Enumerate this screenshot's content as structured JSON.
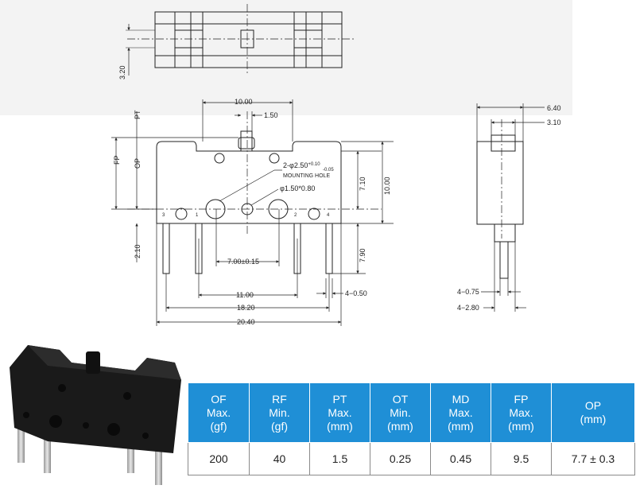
{
  "top_view": {
    "dim_height": "3.20"
  },
  "front_view": {
    "labels": {
      "pt": "PT",
      "fp": "FP",
      "op": "OP",
      "dim_10_top": "10.00",
      "dim_1_50": "1.50",
      "mounting_hole_callout": "2-φ2.50",
      "mounting_hole_tol_upper": "+0.10",
      "mounting_hole_tol_lower": "-0.05",
      "mounting_hole_text": "MOUNTING HOLE",
      "small_hole": "φ1.50*0.80",
      "dim_7_10": "7.10",
      "dim_10_right": "10.00",
      "dim_2_10": "2.10",
      "dim_7_00": "7.00±0.15",
      "dim_7_90": "7.90",
      "dim_11_00": "11.00",
      "dim_4_0_50": "4−0.50",
      "dim_18_20": "18.20",
      "dim_20_40": "20.40",
      "pin_1": "1",
      "pin_2": "2",
      "pin_3": "3",
      "pin_4": "4"
    }
  },
  "side_view": {
    "labels": {
      "dim_6_40": "6.40",
      "dim_3_10": "3.10",
      "dim_4_0_75": "4−0.75",
      "dim_4_2_80": "4−2.80"
    }
  },
  "spec_table": {
    "headers": [
      [
        "OF",
        "Max.",
        "(gf)"
      ],
      [
        "RF",
        "Min.",
        "(gf)"
      ],
      [
        "PT",
        "Max.",
        "(mm)"
      ],
      [
        "OT",
        "Min.",
        "(mm)"
      ],
      [
        "MD",
        "Max.",
        "(mm)"
      ],
      [
        "FP",
        "Max.",
        "(mm)"
      ],
      [
        "OP",
        "(mm)"
      ]
    ],
    "values": [
      "200",
      "40",
      "1.5",
      "0.25",
      "0.45",
      "9.5",
      "7.7 ± 0.3"
    ],
    "header_color": "#1f8fd6"
  }
}
